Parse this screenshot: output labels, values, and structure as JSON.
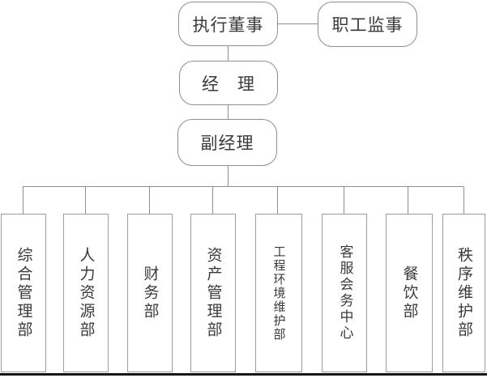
{
  "org": {
    "title": "organization-chart",
    "root": {
      "label": "执行董事"
    },
    "supervisor": {
      "label": "职工监事"
    },
    "manager": {
      "label": "经　理"
    },
    "deputy_manager": {
      "label": "副经理"
    },
    "departments": [
      {
        "label": "综合管理部"
      },
      {
        "label": "人力资源部"
      },
      {
        "label": "财务部"
      },
      {
        "label": "资产管理部"
      },
      {
        "label": "工程环境维护部"
      },
      {
        "label": "客服会务中心"
      },
      {
        "label": "餐饮部"
      },
      {
        "label": "秩序维护部"
      }
    ],
    "colors": {
      "line": "#8e8e8e",
      "border": "#9b9b9b",
      "text": "#3a3a3a",
      "bottom_rule": "#161616",
      "background": "#ffffff"
    }
  }
}
